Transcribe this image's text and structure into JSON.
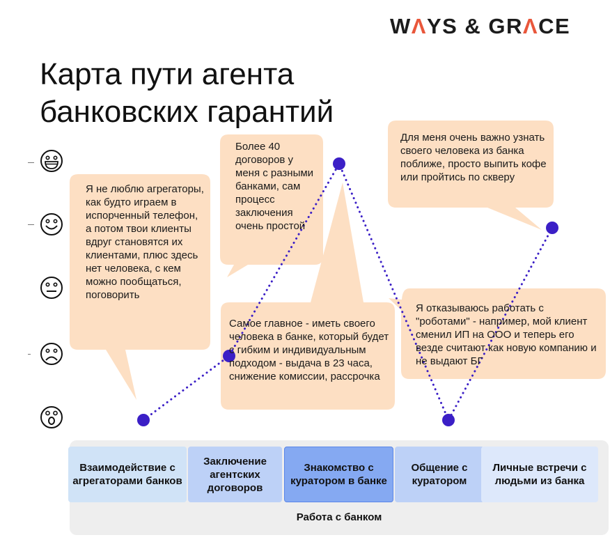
{
  "logo": {
    "part1": "W",
    "part2": "Λ",
    "part3": "YS & GR",
    "part4": "Λ",
    "part5": "CE"
  },
  "title": "Карта пути агента банковских гарантий",
  "colors": {
    "bubble": "#fddfc3",
    "dot": "#3b1fc6",
    "accent": "#e9573b",
    "stage_panel": "#eeeeee"
  },
  "emotion_scale": [
    "very-happy-face-icon",
    "happy-face-icon",
    "neutral-face-icon",
    "sad-face-icon",
    "shocked-face-icon"
  ],
  "bubbles": [
    {
      "text": "Я не люблю агрегаторы, как будто играем в испорченный телефон, а потом твои клиенты вдруг становятся их клиентами, плюс здесь нет человека, с кем можно пообщаться, поговорить"
    },
    {
      "text": "Более 40 договоров у меня с разными банками, сам процесс заключения очень простой"
    },
    {
      "text": "Самое главное - иметь своего человека в банке, который будет с гибким и индивидуальным подходом - выдача в 23 часа, снижение комиссии, рассрочка"
    },
    {
      "text": "Я отказываюсь работать с \"роботами\" - например, мой клиент сменил ИП на ООО и теперь его везде считают как новую компанию и не выдают БГ"
    },
    {
      "text": "Для меня очень важно узнать своего человека из банка поближе, просто выпить кофе или пройтись по скверу"
    }
  ],
  "stages": [
    {
      "label": "Взаимодействие с агрегаторами банков",
      "color": "#d0e3f7",
      "emotion": 1
    },
    {
      "label": "Заключение агентских договоров",
      "color": "#bdd1f7",
      "emotion": 2
    },
    {
      "label": "Знакомство с куратором в банке",
      "color": "#85a9f2",
      "emotion": 5
    },
    {
      "label": "Общение с куратором",
      "color": "#bdd1f7",
      "emotion": 1
    },
    {
      "label": "Личные встречи с людьми из банка",
      "color": "#dde8fb",
      "emotion": 4
    }
  ],
  "phase": "Работа с банком"
}
